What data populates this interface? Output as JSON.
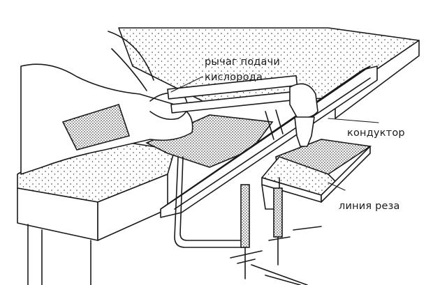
{
  "labels": {
    "lever_line1": "рычаг подачи",
    "lever_line2": "кислорода",
    "jig": "кондуктор",
    "cut_line": "линия реза"
  },
  "colors": {
    "ink": "#1a1a1a",
    "paper": "#ffffff"
  }
}
